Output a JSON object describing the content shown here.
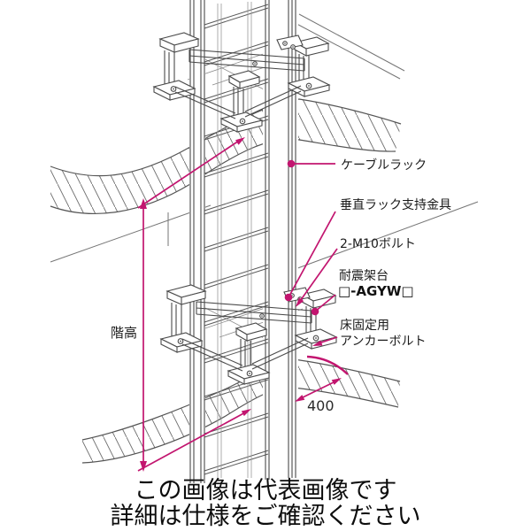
{
  "page": {
    "background": "#ffffff"
  },
  "diagram": {
    "colors": {
      "annotation_pink": "#c2156f",
      "line_art": "#4a4a4a",
      "label_text": "#1b1b1b"
    },
    "labels": {
      "cable_rack": "ケーブルラック",
      "vertical_rack_bracket": "垂直ラック支持金具",
      "bolts": "2-M10ボルト",
      "seismic_frame_line1": "耐震架台",
      "seismic_frame_line2": "□-AGYW□",
      "floor_anchor_line1": "床固定用",
      "floor_anchor_line2": "アンカーボルト"
    },
    "dimensions": {
      "floor_height": "階高",
      "frame_depth": "400"
    }
  },
  "footer": {
    "line1": "この画像は代表画像です",
    "line2": "詳細は仕様をご確認ください"
  }
}
